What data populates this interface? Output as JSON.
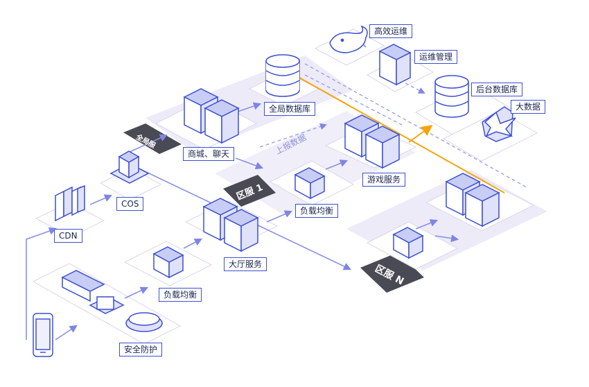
{
  "labels": {
    "ops_efficient": "高效运维",
    "ops_manage": "运维管理",
    "backend_db": "后台数据库",
    "big_data": "大数据",
    "global_db": "全局数据库",
    "mall_chat": "商城、聊天",
    "game_service": "游戏服务",
    "load_balance_1": "负载均衡",
    "lobby_service": "大厅服务",
    "load_balance_2": "负载均衡",
    "cos": "COS",
    "cdn": "CDN",
    "security": "安全防护",
    "upload_data": "上报数据"
  },
  "zones": {
    "global": "全局服",
    "zone1": "区服 1",
    "zoneN": "区服 N"
  },
  "colors": {
    "accent": "#3c4fd0",
    "highlight": "#f5a40a",
    "zone_bg": "#ebe8f7",
    "zone_tag": "#4a4a55"
  }
}
